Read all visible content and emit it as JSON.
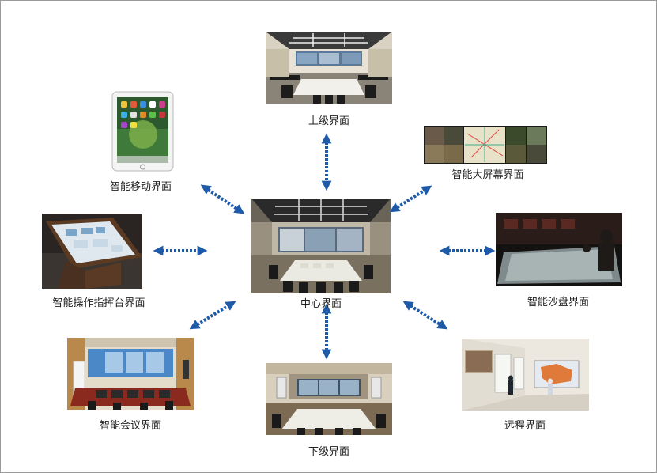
{
  "nodes": {
    "center": {
      "label": "中心界面"
    },
    "upper": {
      "label": "上级界面"
    },
    "lower": {
      "label": "下级界面"
    },
    "mobile": {
      "label": "智能移动界面"
    },
    "bigscreen": {
      "label": "智能大屏幕界面"
    },
    "console": {
      "label": "智能操作指挥台界面"
    },
    "sandtable": {
      "label": "智能沙盘界面"
    },
    "meeting": {
      "label": "智能会议界面"
    },
    "remote": {
      "label": "远程界面"
    }
  },
  "colors": {
    "arrow": "#1f5aa8",
    "frame": "#9a9a9a"
  }
}
